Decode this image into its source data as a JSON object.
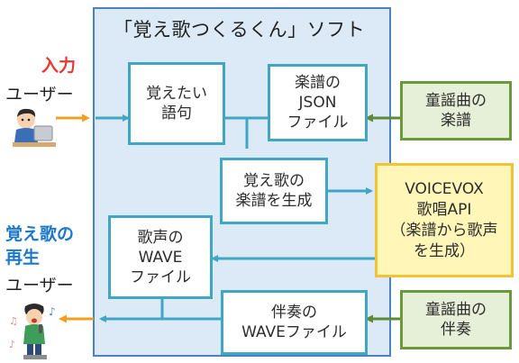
{
  "software_title": "「覚え歌つくるくん」ソフト",
  "left": {
    "input_label": "入力",
    "input_user": "ユーザー",
    "playback_label_line1": "覚え歌の",
    "playback_label_line2": "再生",
    "playback_user": "ユーザー"
  },
  "boxes": {
    "phrase": "覚えたい\n語句",
    "score_json": "楽譜の\nJSON\nファイル",
    "generate": "覚え歌の\n楽譜を生成",
    "song_wave": "歌声の\nWAVE\nファイル",
    "accomp_wave": "伴奏の\nWAVEファイル"
  },
  "external": {
    "nursery_score": "童謡曲の\n楽譜",
    "voicevox": "VOICEVOX\n歌唱API\n（楽譜から歌声\nを生成）",
    "nursery_accomp": "童謡曲の\n伴奏"
  },
  "colors": {
    "panel_fill": "#dce9f6",
    "panel_border": "#4a83c2",
    "box_border": "#3fa6c4",
    "arrow_blue": "#3fa6c4",
    "arrow_green": "#5d8a34",
    "arrow_orange": "#f0a020",
    "input_red": "#e53935",
    "playback_blue": "#1e78c8"
  },
  "icons": [
    "user-at-laptop-icon",
    "user-singing-icon"
  ]
}
